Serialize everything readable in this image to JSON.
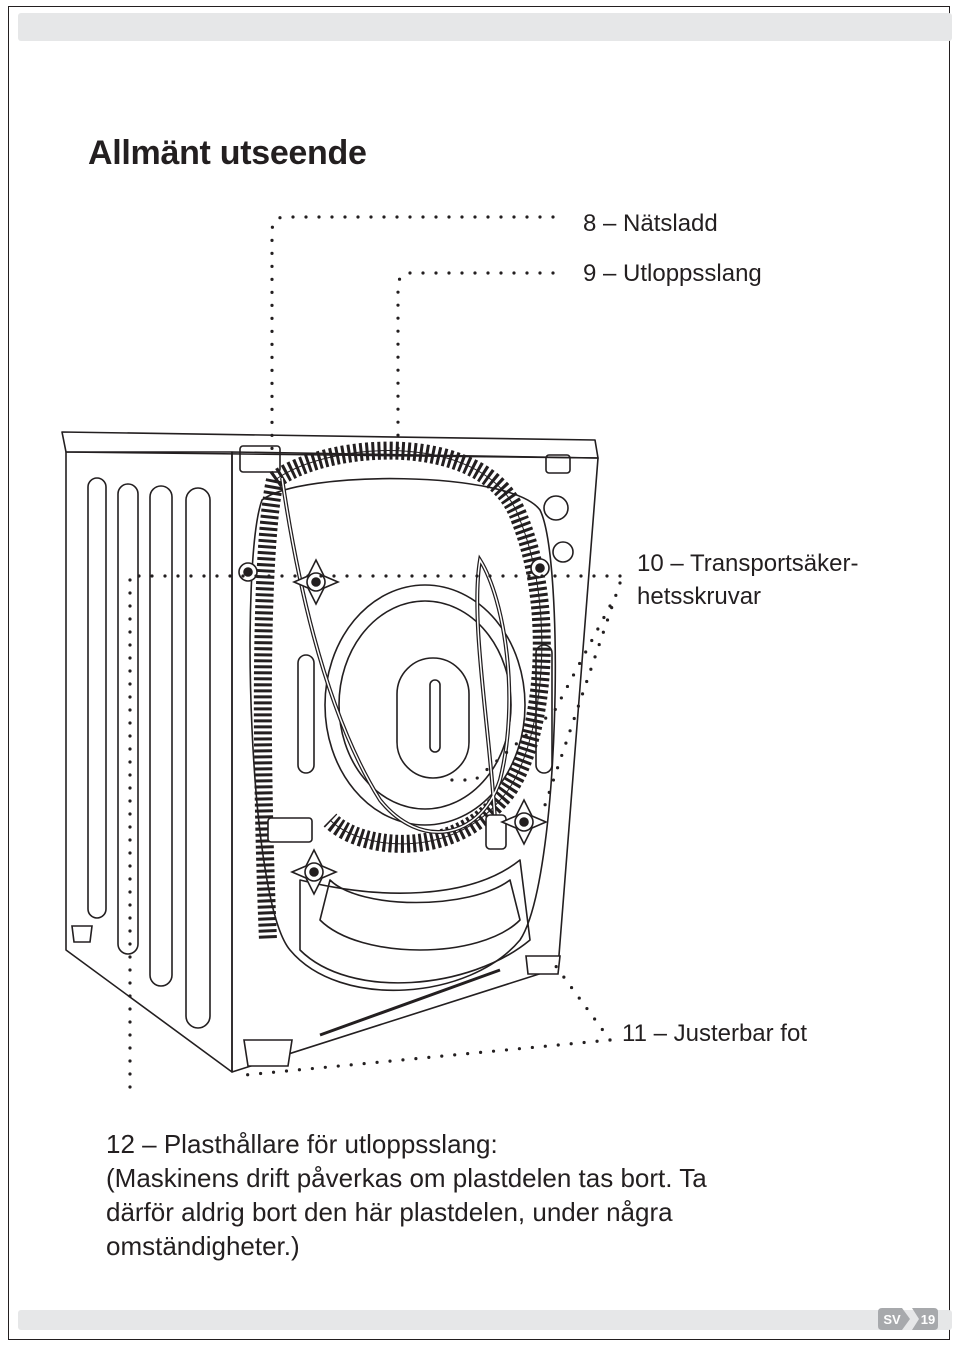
{
  "page": {
    "title": "Allmänt utseende",
    "language_badge": "SV",
    "page_number": "19"
  },
  "callouts": {
    "item8": "8 – Nätsladd",
    "item9": "9 – Utloppsslang",
    "item10_line1": "10 – Transportsäker-",
    "item10_line2": "hetsskruvar",
    "item11": "11 – Justerbar fot",
    "item12": [
      "12 – Plasthållare för utloppsslang:",
      "(Maskinens drift påverkas om plastdelen tas bort. Ta",
      "därför aldrig bort den här plastdelen, under några",
      "omständigheter.)"
    ]
  },
  "colors": {
    "ink": "#231f20",
    "band": "#e6e7e8",
    "badge": "#a7a9ac"
  },
  "figure": {
    "subject": "washing-machine-rear-view",
    "icons": [
      "transit-bolt-icon",
      "adjustable-foot-icon",
      "power-cord-icon",
      "drain-hose-icon",
      "hose-holder-icon"
    ]
  }
}
